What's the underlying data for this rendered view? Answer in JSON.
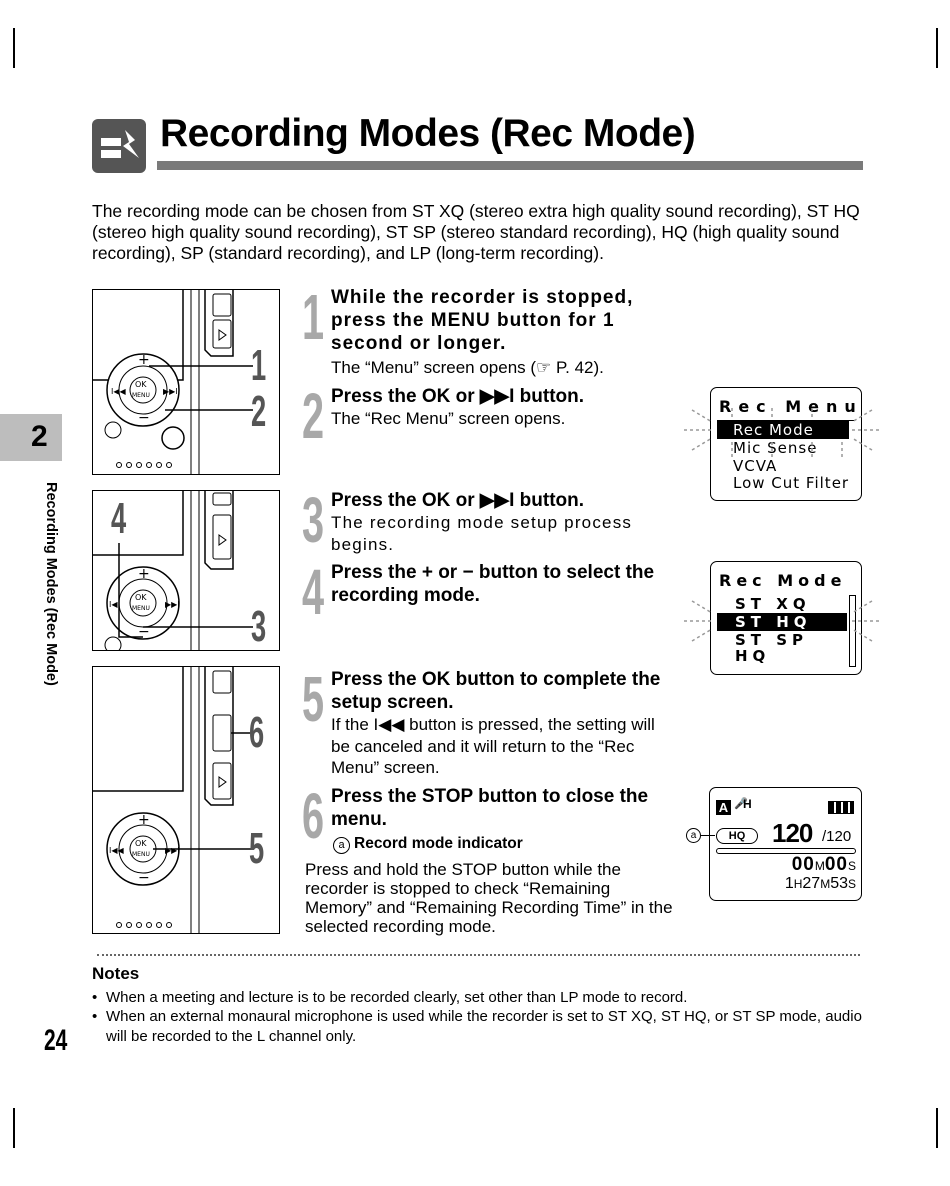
{
  "header": {
    "title": "Recording Modes (Rec Mode)"
  },
  "intro": "The recording mode can be chosen from ST XQ (stereo extra high quality sound recording), ST HQ (stereo high quality sound recording), ST SP (stereo standard recording), HQ (high quality sound recording), SP (standard recording), and LP (long-term recording).",
  "side": {
    "chapter_number": "2",
    "chapter_title": "Recording Modes (Rec Mode)"
  },
  "device_figures": {
    "callouts": [
      "1",
      "2",
      "4",
      "3",
      "6",
      "5"
    ],
    "button_labels": {
      "plus": "+",
      "minus": "−",
      "ok": "OK",
      "menu": "MENU"
    }
  },
  "steps": [
    {
      "number": "1",
      "heading": "While the recorder is stopped, press the MENU button for 1 second or longer.",
      "body": "The “Menu” screen opens (☞ P. 42)."
    },
    {
      "number": "2",
      "heading": "Press the OK or ▶▶I button.",
      "body": "The “Rec Menu” screen opens."
    },
    {
      "number": "3",
      "heading": "Press the OK or ▶▶I button.",
      "body": "The recording mode setup process begins."
    },
    {
      "number": "4",
      "heading": "Press the + or − button to select the recording mode.",
      "body": ""
    },
    {
      "number": "5",
      "heading": "Press the OK button to complete the setup screen.",
      "body": "If the I◀◀ button is pressed, the setting will be canceled and it will return to the “Rec Menu” screen."
    },
    {
      "number": "6",
      "heading": "Press the STOP button to close the menu.",
      "body": ""
    }
  ],
  "indicator_label": {
    "marker": "a",
    "text": "Record mode indicator"
  },
  "step6_extra": "Press and hold the STOP button while the recorder is stopped to check “Remaining Memory” and “Remaining Recording Time” in the selected recording mode.",
  "screens": {
    "rec_menu": {
      "title": "Rec Menu",
      "items": [
        "Rec Mode",
        "Mic Sense",
        "VCVA",
        "Low Cut Filter"
      ],
      "selected_index": 0
    },
    "rec_mode": {
      "title": "Rec Mode",
      "items": [
        "ST XQ",
        "ST HQ",
        "ST SP",
        "HQ"
      ],
      "selected_index": 1
    },
    "status": {
      "top_left": "A",
      "mic_setting": "H",
      "mode_badge": "HQ",
      "file_current": "120",
      "file_total": "/120",
      "elapsed_min": "00",
      "elapsed_min_unit": "M",
      "elapsed_sec": "00",
      "elapsed_sec_unit": "S",
      "remain_h": "1",
      "remain_h_unit": "H",
      "remain_m": "27",
      "remain_m_unit": "M",
      "remain_s": "53",
      "remain_s_unit": "S",
      "marker": "a"
    }
  },
  "notes": {
    "heading": "Notes",
    "items": [
      "When a meeting and lecture is to be recorded clearly, set other than LP mode to record.",
      "When an external monaural microphone is used while the recorder is set to ST XQ, ST HQ, or ST SP mode, audio will be recorded to the L channel only."
    ]
  },
  "page_number": "24"
}
